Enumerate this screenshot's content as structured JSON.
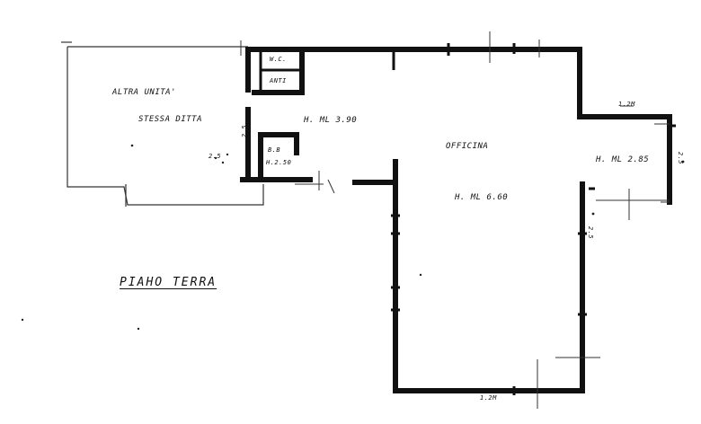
{
  "plan": {
    "title": "PIAHO TERRA",
    "labels": {
      "other_unit_line1": "ALTRA UNITA'",
      "other_unit_line2": "STESSA DITTA",
      "height_front_room": "H. ml 3.90",
      "workshop": "OFFICINA",
      "height_workshop": "H. ml 6.60",
      "height_side_room": "H. ml 2.85",
      "wc": "W.C.",
      "anti": "ANTI",
      "bath": "B.B",
      "bath_height": "H.2.50",
      "dim_top": "1.20",
      "dim_right_top": "1.2m",
      "dim_bottom": "1.2m",
      "mark_left": "2.5",
      "mark_right": "2.5",
      "mark_side_b": "2.5",
      "mark_side_c": "2.5"
    },
    "colors": {
      "wall": "#111111",
      "line": "#333333",
      "paper": "#ffffff"
    }
  }
}
